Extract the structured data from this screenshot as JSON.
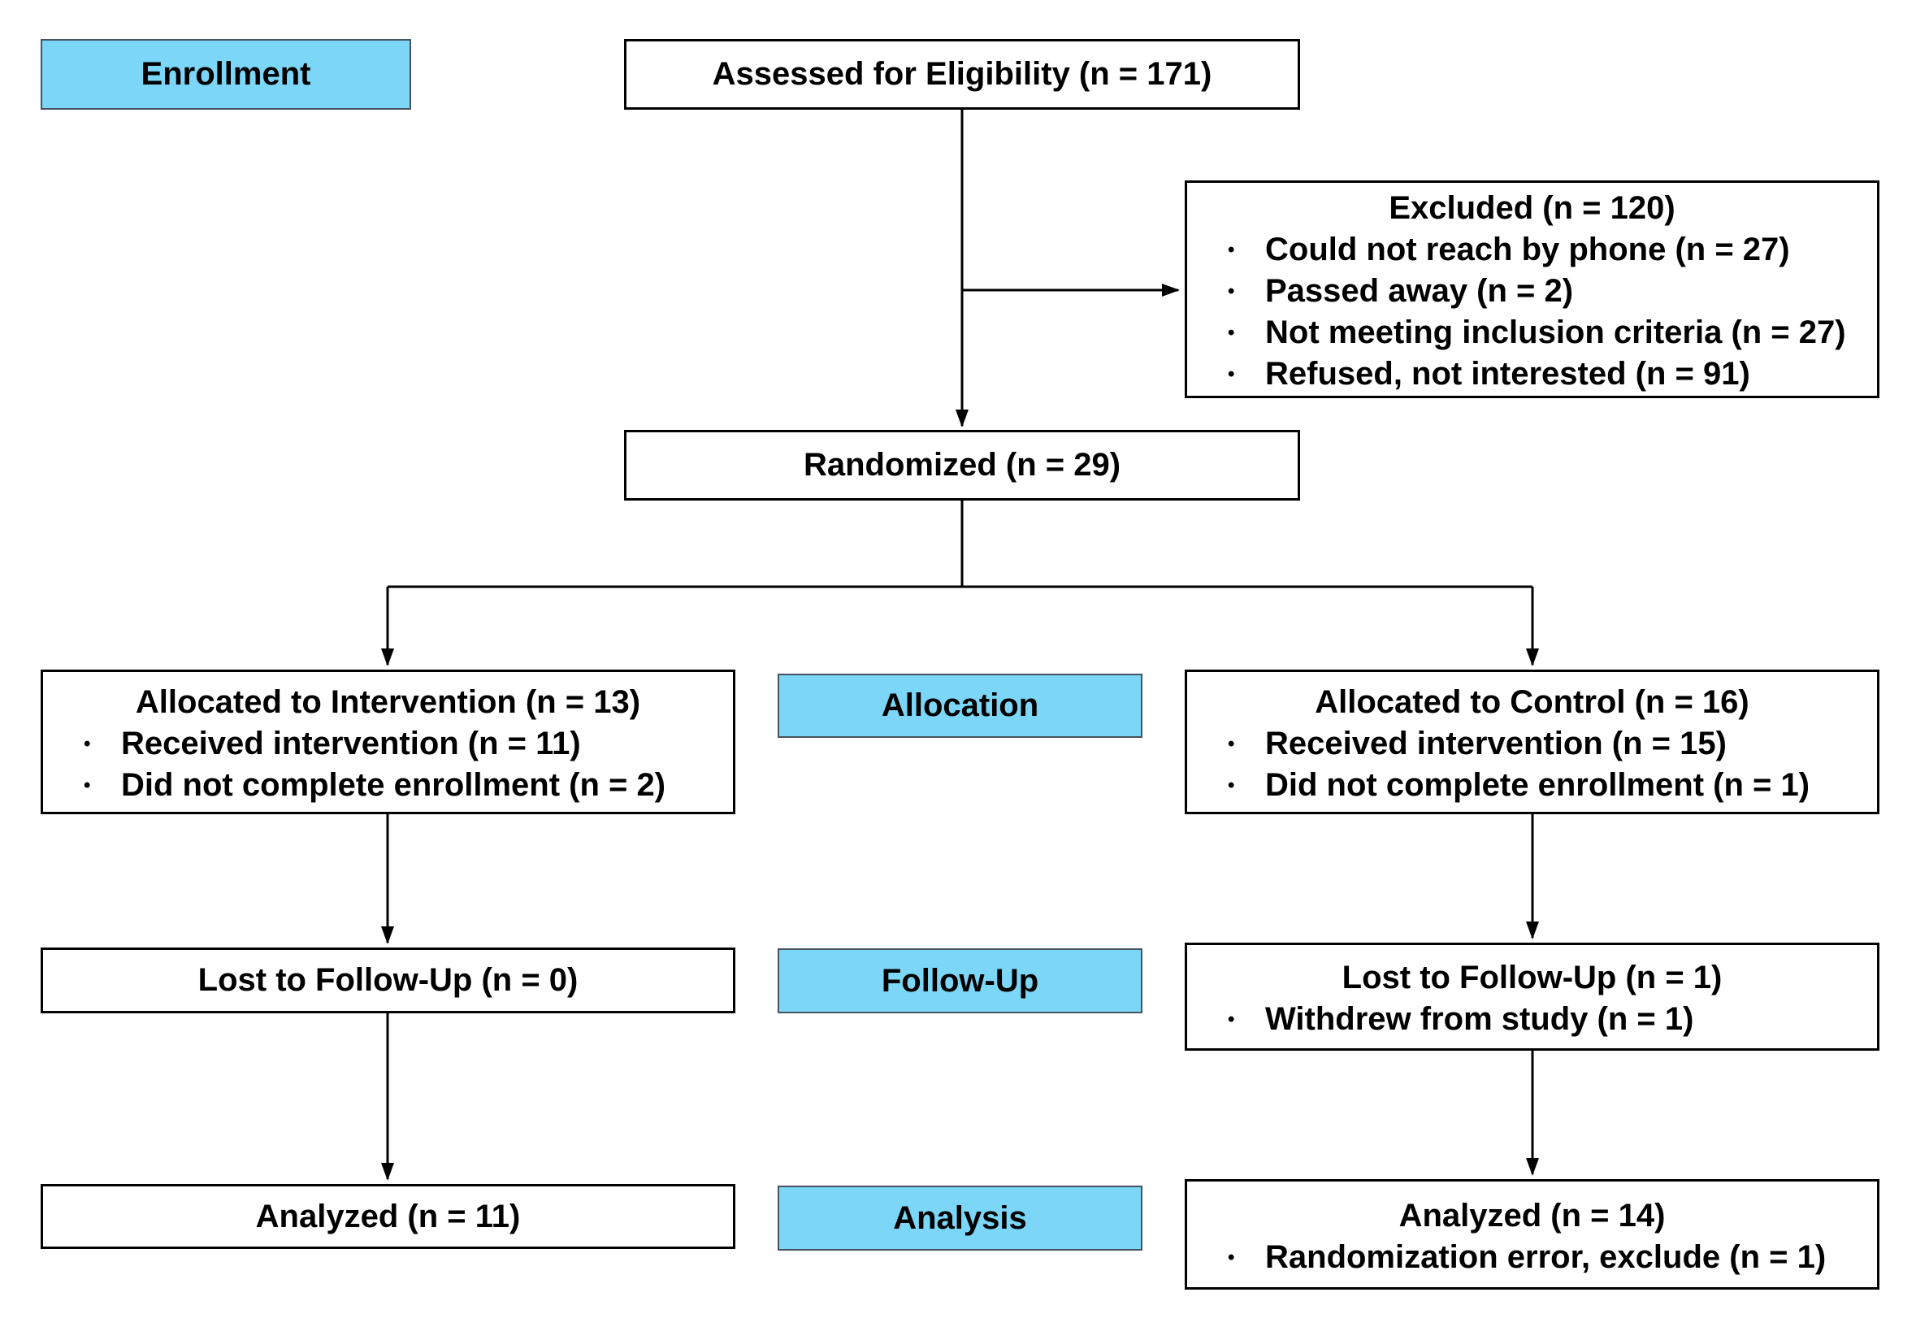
{
  "diagram": {
    "kind": "CONSORT participant flow diagram",
    "bullet_char": "•",
    "stages": {
      "enrollment": "Enrollment",
      "allocation": "Allocation",
      "followup": "Follow-Up",
      "analysis": "Analysis"
    },
    "boxes": {
      "assessed": {
        "title": "Assessed for Eligibility (n = 171)"
      },
      "excluded": {
        "title": "Excluded (n = 120)",
        "bullets": [
          "Could not reach by phone (n = 27)",
          "Passed away (n = 2)",
          "Not meeting inclusion criteria  (n = 27)",
          "Refused, not interested (n = 91)"
        ]
      },
      "randomized": {
        "title": "Randomized (n = 29)"
      },
      "allocated_intervention": {
        "title": "Allocated to Intervention (n = 13)",
        "bullets": [
          "Received intervention (n = 11)",
          "Did not complete enrollment (n = 2)"
        ]
      },
      "allocated_control": {
        "title": "Allocated to Control (n = 16)",
        "bullets": [
          "Received intervention (n = 15)",
          "Did not complete enrollment (n = 1)"
        ]
      },
      "lost_intervention": {
        "title": "Lost to Follow-Up (n = 0)"
      },
      "lost_control": {
        "title": "Lost to Follow-Up (n = 1)",
        "bullets": [
          "Withdrew from study (n = 1)"
        ]
      },
      "analyzed_intervention": {
        "title": "Analyzed (n = 11)"
      },
      "analyzed_control": {
        "title": "Analyzed (n = 14)",
        "bullets": [
          "Randomization error, exclude (n = 1)"
        ]
      }
    },
    "colors": {
      "stage_fill": "#7CD6F7",
      "stage_border": "#47535E",
      "box_fill": "#FFFFFF",
      "box_border": "#000000",
      "connector": "#000000",
      "text": "#000000",
      "background": "#FFFFFF"
    }
  }
}
